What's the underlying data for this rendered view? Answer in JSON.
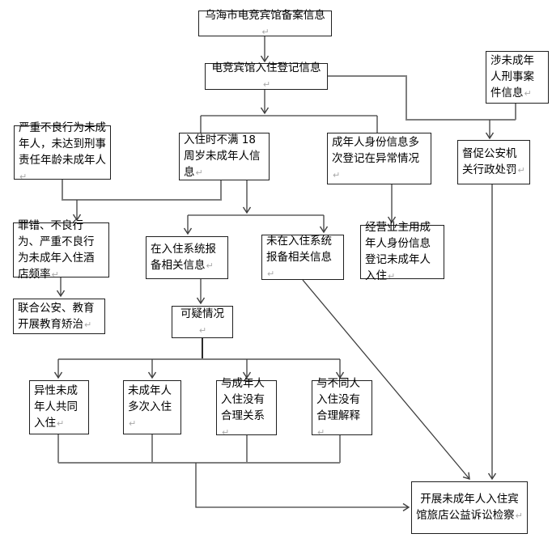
{
  "meta": {
    "return_mark": "↵",
    "colors": {
      "background": "#ffffff",
      "box_border": "#1f1f1f",
      "text": "#000000",
      "connector_dark": "#3f3f3f",
      "connector_gray": "#7e7e7e",
      "return_mark_color": "#a8a8a8"
    }
  },
  "nodes": [
    {
      "id": "filing-info",
      "label": "乌海市电竞宾馆备案信息"
    },
    {
      "id": "checkin-registration-info",
      "label": "电竞宾馆入住登记信息"
    },
    {
      "id": "minor-criminal-case-info",
      "label": "涉未成年人刑事案件信息"
    },
    {
      "id": "serious-misconduct-minors",
      "label": "严重不良行为未成年人，未达到刑事责任年龄未成年人"
    },
    {
      "id": "under-18-checkin-info",
      "label": "入住时不满 18 周岁未成年人信息"
    },
    {
      "id": "adult-id-abnormal-registration",
      "label": "成年人身份信息多次登记在异常情况"
    },
    {
      "id": "urge-police-penalty",
      "label": "督促公安机关行政处罚"
    },
    {
      "id": "misconduct-minor-hotel-frequency",
      "label": "罪错、不良行为、严重不良行为未成年入住酒店频率"
    },
    {
      "id": "joint-education-correction",
      "label": "联合公安、教育开展教育矫治"
    },
    {
      "id": "reported-in-system",
      "label": "在入住系统报备相关信息"
    },
    {
      "id": "not-reported-in-system",
      "label": "未在入住系统报备相关信息"
    },
    {
      "id": "owner-uses-adult-id",
      "label": "经营业主用成年人身份信息登记未成年人入住"
    },
    {
      "id": "suspicious-situation",
      "label": "可疑情况"
    },
    {
      "id": "opposite-sex-minors-cohabit",
      "label": "异性未成年人共同入住"
    },
    {
      "id": "minor-multiple-checkins",
      "label": "未成年人多次入住"
    },
    {
      "id": "adult-no-reasonable-relation",
      "label": "与成年人入住没有合理关系"
    },
    {
      "id": "different-people-no-explanation",
      "label": "与不同人入住没有合理解释"
    },
    {
      "id": "public-interest-litigation",
      "label": "开展未成年人入住宾馆旅店公益诉讼检察"
    }
  ],
  "edges": [
    {
      "from": "filing-info",
      "to": "checkin-registration-info"
    },
    {
      "from": "checkin-registration-info",
      "to": "under-18-checkin-info"
    },
    {
      "from": "checkin-registration-info",
      "to": "adult-id-abnormal-registration"
    },
    {
      "from": "checkin-registration-info",
      "to": "urge-police-penalty"
    },
    {
      "from": "minor-criminal-case-info",
      "to": "urge-police-penalty"
    },
    {
      "from": "serious-misconduct-minors",
      "to": "misconduct-minor-hotel-frequency"
    },
    {
      "from": "under-18-checkin-info",
      "to": "misconduct-minor-hotel-frequency"
    },
    {
      "from": "under-18-checkin-info",
      "to": "reported-in-system"
    },
    {
      "from": "under-18-checkin-info",
      "to": "not-reported-in-system"
    },
    {
      "from": "adult-id-abnormal-registration",
      "to": "owner-uses-adult-id"
    },
    {
      "from": "misconduct-minor-hotel-frequency",
      "to": "joint-education-correction"
    },
    {
      "from": "reported-in-system",
      "to": "suspicious-situation"
    },
    {
      "from": "suspicious-situation",
      "to": "opposite-sex-minors-cohabit"
    },
    {
      "from": "suspicious-situation",
      "to": "minor-multiple-checkins"
    },
    {
      "from": "suspicious-situation",
      "to": "adult-no-reasonable-relation"
    },
    {
      "from": "suspicious-situation",
      "to": "different-people-no-explanation"
    },
    {
      "from": "opposite-sex-minors-cohabit",
      "to": "public-interest-litigation"
    },
    {
      "from": "minor-multiple-checkins",
      "to": "public-interest-litigation"
    },
    {
      "from": "adult-no-reasonable-relation",
      "to": "public-interest-litigation"
    },
    {
      "from": "different-people-no-explanation",
      "to": "public-interest-litigation"
    },
    {
      "from": "not-reported-in-system",
      "to": "public-interest-litigation"
    },
    {
      "from": "urge-police-penalty",
      "to": "public-interest-litigation"
    }
  ]
}
